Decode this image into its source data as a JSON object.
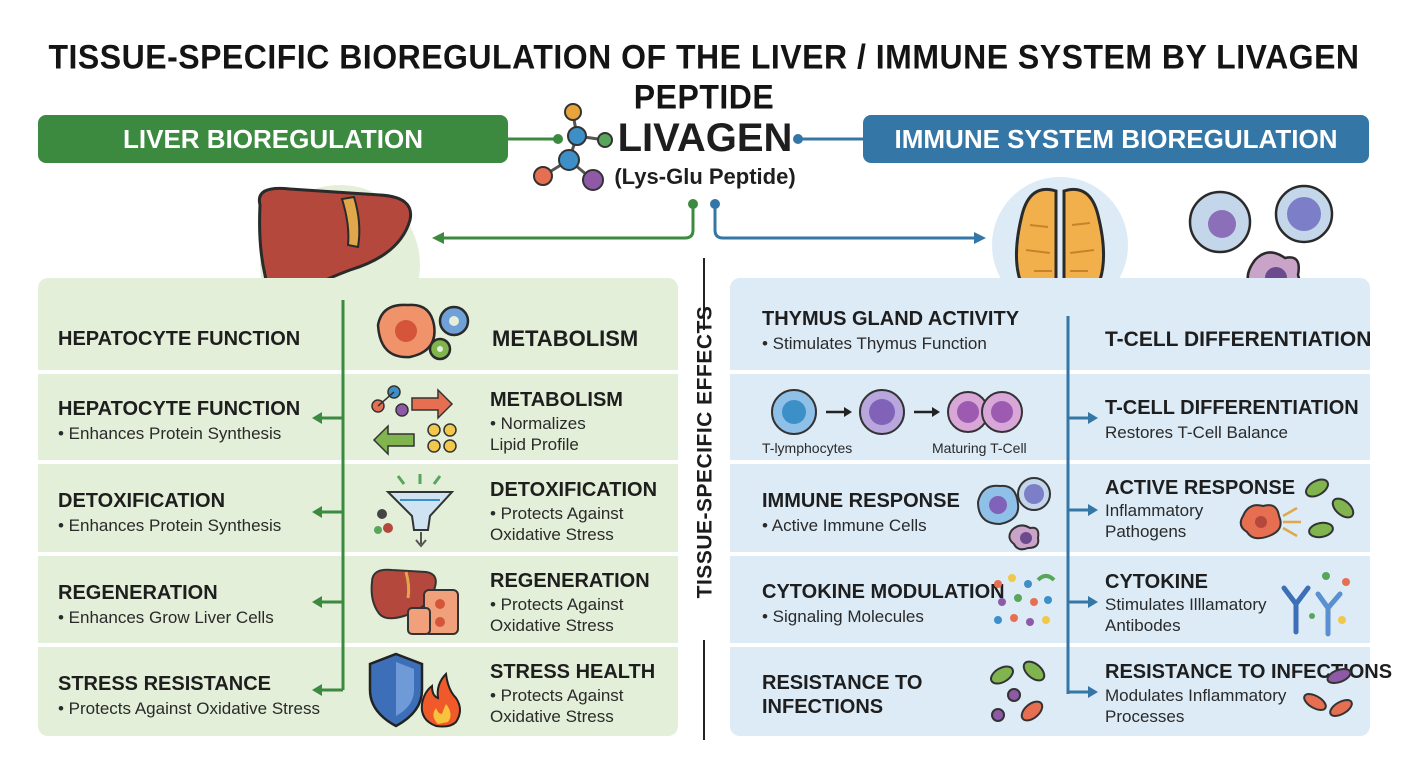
{
  "title": "TISSUE-SPECIFIC BIOREGULATION OF THE LIVER / IMMUNE SYSTEM BY LIVAGEN PEPTIDE",
  "center": {
    "name": "LIVAGEN",
    "subtitle": "(Lys-Glu Peptide)"
  },
  "left_banner": "LIVER BIOREGULATION",
  "right_banner": "IMMUNE SYSTEM BIOREGULATION",
  "divider_label": "TISSUE-SPECIFIC EFFECTS",
  "liver": {
    "header_left": "HEPATOCYTE FUNCTION",
    "header_right": "METABOLISM",
    "rows": [
      {
        "label": "HEPATOCYTE FUNCTION",
        "desc": "• Enhances Protein Synthesis",
        "right_label": "METABOLISM",
        "right_desc": [
          "• Normalizes",
          "Lipid Profile"
        ]
      },
      {
        "label": "DETOXIFICATION",
        "desc": "• Enhances Protein Synthesis",
        "right_label": "DETOXIFICATION",
        "right_desc": [
          "• Protects Against",
          "Oxidative Stress"
        ]
      },
      {
        "label": "REGENERATION",
        "desc": "• Enhances Grow Liver Cells",
        "right_label": "REGENERATION",
        "right_desc": [
          "• Protects Against",
          "Oxidative Stress"
        ]
      },
      {
        "label": "STRESS RESISTANCE",
        "desc": "• Protects Against Oxidative Stress",
        "right_label": "STRESS HEALTH",
        "right_desc": [
          "• Protects Against",
          "Oxidative Stress"
        ]
      }
    ]
  },
  "immune": {
    "header_left": "THYMUS GLAND ACTIVITY",
    "header_left_desc": "• Stimulates Thymus Function",
    "header_right": "T-CELL DIFFERENTIATION",
    "cell_labels": [
      "T-lymphocytes",
      "Maturing T-Cell"
    ],
    "left_rows": [
      {
        "label": "IMMUNE RESPONSE",
        "desc": "• Active Immune Cells"
      },
      {
        "label": "CYTOKINE MODULATION",
        "desc": "• Signaling Molecules"
      },
      {
        "label": "RESISTANCE TO\nINFECTIONS",
        "desc": ""
      }
    ],
    "right_rows": [
      {
        "label": "T-CELL DIFFERENTIATION",
        "desc": [
          "Restores T-Cell Balance"
        ]
      },
      {
        "label": "ACTIVE RESPONSE",
        "desc": [
          "Inflammatory",
          "Pathogens"
        ]
      },
      {
        "label": "CYTOKINE",
        "desc": [
          "Stimulates Illlamatory",
          "Antibodes"
        ]
      },
      {
        "label": "RESISTANCE TO INFECTIONS",
        "desc": [
          "Modulates Inflammatory",
          "Processes"
        ]
      }
    ]
  },
  "colors": {
    "green": "#3b8a3f",
    "blue": "#3477a7",
    "left_panel": "#e3efd8",
    "right_panel": "#dcebf6"
  },
  "icons": [
    "molecule-icon",
    "liver-icon",
    "thymus-icon",
    "immune-cell-icon",
    "gear-icon",
    "filter-icon",
    "shield-icon",
    "flame-icon",
    "bacteria-icon",
    "antibody-icon"
  ]
}
